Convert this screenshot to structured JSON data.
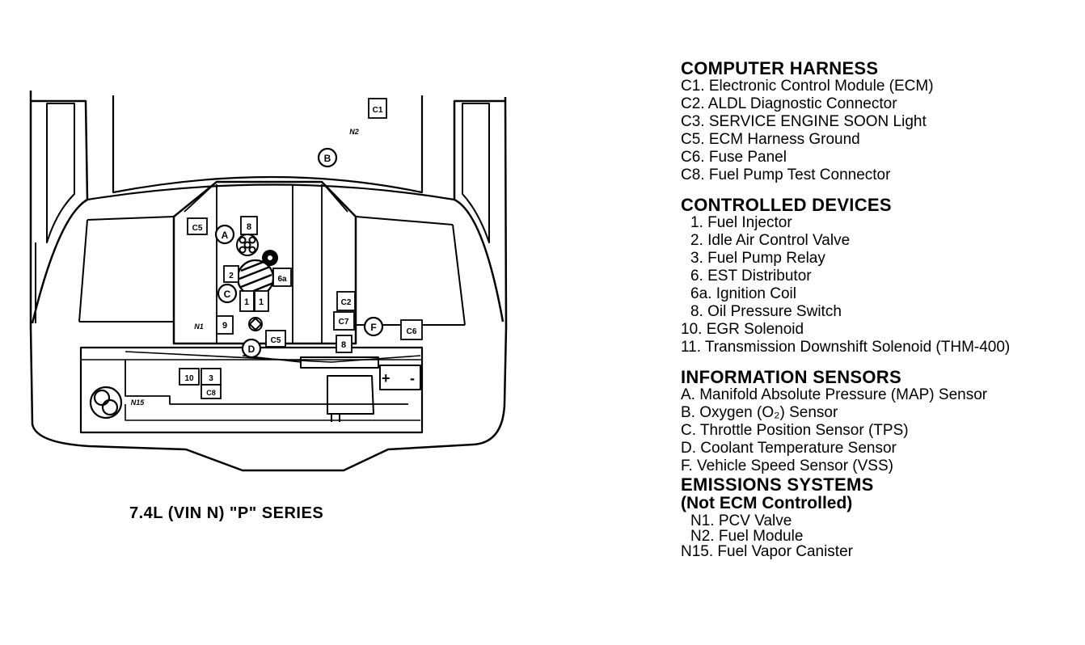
{
  "caption": "7.4L (VIN N) \"P\" SERIES",
  "markers": {
    "C1": "C1",
    "N2": "N2",
    "B": "B",
    "C5a": "C5",
    "8": "8",
    "A": "A",
    "6a": "6a",
    "2": "2",
    "C": "C",
    "1": "1",
    "1b": "1",
    "N1": "N1",
    "9": "9",
    "C5b": "C5",
    "D": "D",
    "C2": "C2",
    "C7": "C7",
    "F": "F",
    "C6": "C6",
    "8b": "8",
    "10": "10",
    "3": "3",
    "C8": "C8",
    "N15": "N15",
    "plus": "+",
    "minus": "-"
  },
  "sections": {
    "computer_harness": {
      "title": "COMPUTER HARNESS",
      "items": [
        "C1. Electronic Control Module (ECM)",
        "C2. ALDL Diagnostic Connector",
        "C3. SERVICE ENGINE SOON Light",
        "C5. ECM Harness Ground",
        "C6. Fuse Panel",
        "C8. Fuel Pump Test Connector"
      ]
    },
    "controlled_devices": {
      "title": "CONTROLLED DEVICES",
      "items": [
        "1. Fuel Injector",
        "2. Idle Air Control Valve",
        "3. Fuel Pump Relay",
        "6. EST Distributor",
        "6a. Ignition Coil",
        "8. Oil Pressure Switch",
        "10. EGR Solenoid",
        "11. Transmission Downshift Solenoid (THM-400)"
      ]
    },
    "information_sensors": {
      "title": "INFORMATION SENSORS",
      "items": [
        "A. Manifold Absolute Pressure (MAP) Sensor",
        "B. Oxygen (O₂) Sensor",
        "C. Throttle Position Sensor (TPS)",
        "D. Coolant Temperature Sensor",
        "F. Vehicle Speed Sensor (VSS)"
      ]
    },
    "emissions_systems": {
      "title": "EMISSIONS SYSTEMS",
      "subtitle": "(Not ECM Controlled)",
      "items": [
        "N1. PCV Valve",
        "N2. Fuel Module",
        "N15. Fuel Vapor Canister"
      ]
    }
  }
}
